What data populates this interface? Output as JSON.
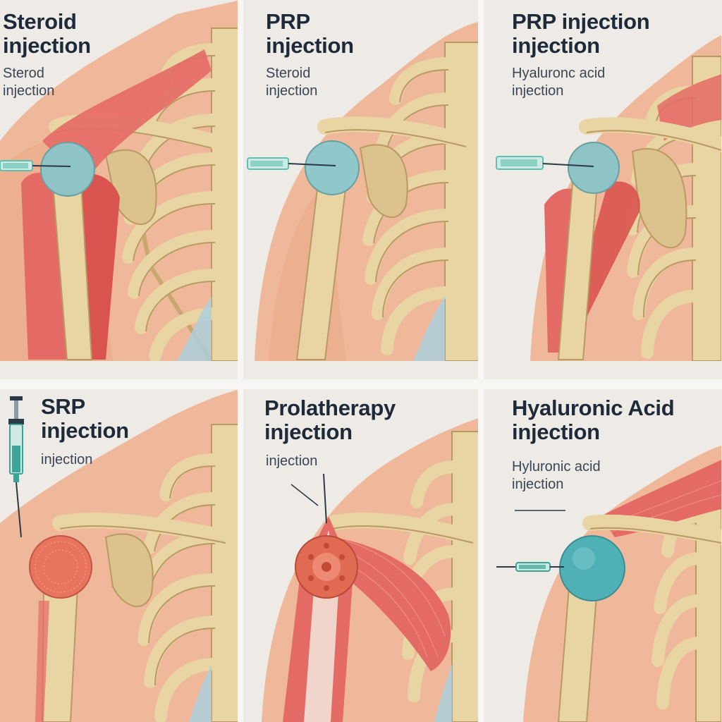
{
  "panels": [
    {
      "id": "p1",
      "title_line1": "Steroid",
      "title_line2": "injection",
      "subtitle_line1": "Sterod",
      "subtitle_line2": "injection",
      "joint_color": "#8fc4c6",
      "muscle": "front"
    },
    {
      "id": "p2",
      "title_line1": "PRP",
      "title_line2": "injection",
      "subtitle_line1": "Steroid",
      "subtitle_line2": "injection",
      "joint_color": "#8fc7cb",
      "muscle": "none"
    },
    {
      "id": "p3",
      "title_line1": "PRP injection",
      "title_line2": "injection",
      "subtitle_line1": "Hyaluronc acid",
      "subtitle_line2": "injection",
      "joint_color": "#8fc4c6",
      "muscle": "side"
    },
    {
      "id": "p4",
      "title_line1": "SRP",
      "title_line2": "injection",
      "subtitle_line1": "injection",
      "subtitle_line2": "",
      "joint_color": "#e8745f",
      "muscle": "none"
    },
    {
      "id": "p5",
      "title_line1": "Prolatherapy",
      "title_line2": "injection",
      "subtitle_line1": "injection",
      "subtitle_line2": "",
      "joint_color": "#e06a52",
      "muscle": "fan"
    },
    {
      "id": "p6",
      "title_line1": "Hyaluronic Acid",
      "title_line2": "injection",
      "subtitle_line1": "Hyluronic acid",
      "subtitle_line2": "injection",
      "joint_color": "#4fb0b6",
      "muscle": "top"
    }
  ],
  "colors": {
    "skin": "#f0b89a",
    "skin_shadow": "#e3a283",
    "bone": "#e9d4a4",
    "bone_edge": "#b89a62",
    "muscle": "#e46a66",
    "cartilage": "#a9cfe0",
    "syringe": "#5fbfb0",
    "text_dark": "#1d2a3a"
  }
}
